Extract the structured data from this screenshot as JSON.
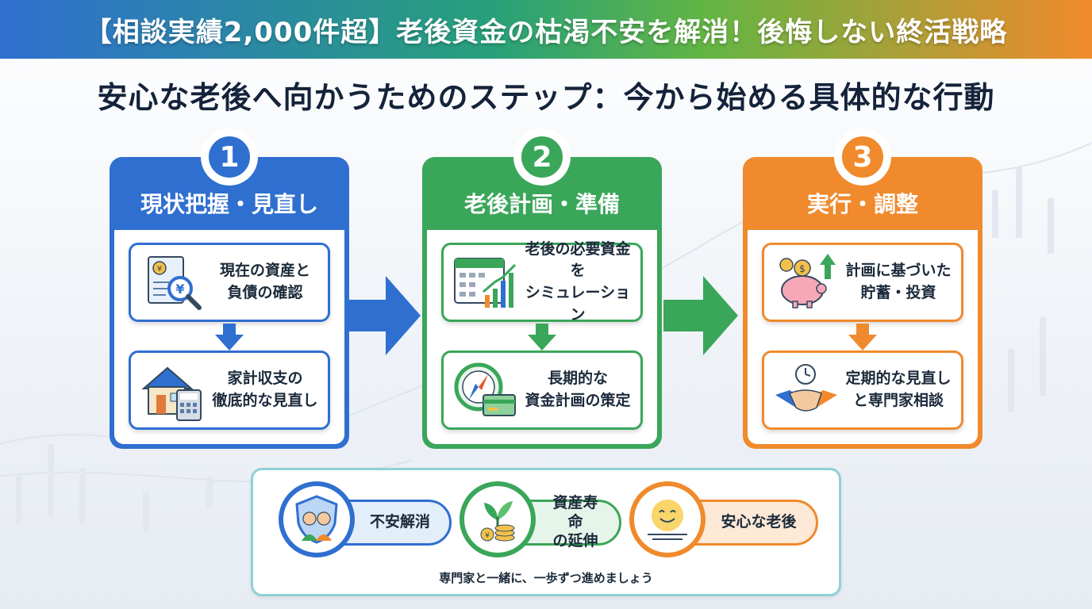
{
  "banner": {
    "title": "【相談実績2,000件超】老後資金の枯渇不安を解消！後悔しない終活戦略"
  },
  "subtitle": "安心な老後へ向かうためのステップ：今から始める具体的な行動",
  "steps": [
    {
      "number": "1",
      "title": "現状把握・見直し",
      "cards": [
        {
          "line1": "現在の資産と",
          "line2": "負債の確認",
          "icon": "document-magnifier-icon"
        },
        {
          "line1": "家計収支の",
          "line2": "徹底的な見直し",
          "icon": "house-calculator-icon"
        }
      ]
    },
    {
      "number": "2",
      "title": "老後計画・準備",
      "cards": [
        {
          "line1": "老後の必要資金を",
          "line2": "シミュレーション",
          "icon": "calendar-chart-icon"
        },
        {
          "line1": "長期的な",
          "line2": "資金計画の策定",
          "icon": "compass-card-icon"
        }
      ]
    },
    {
      "number": "3",
      "title": "実行・調整",
      "cards": [
        {
          "line1": "計画に基づいた",
          "line2": "貯蓄・投資",
          "icon": "piggy-bank-icon"
        },
        {
          "line1": "定期的な見直し",
          "line2": "と専門家相談",
          "icon": "handshake-clock-icon"
        }
      ]
    }
  ],
  "outcomes": [
    {
      "label": "不安解消",
      "icon": "shield-couple-icon"
    },
    {
      "label1": "資産寿命",
      "label2": "の延伸",
      "icon": "plant-coins-icon"
    },
    {
      "label": "安心な老後",
      "icon": "sunrise-smile-icon"
    }
  ],
  "summary_footer": "専門家と一緒に、一歩ずつ進めましょう",
  "colors": {
    "blue": "#2f6fd0",
    "green": "#3aa65a",
    "orange": "#f08a2c",
    "teal": "#8fd0d6"
  }
}
